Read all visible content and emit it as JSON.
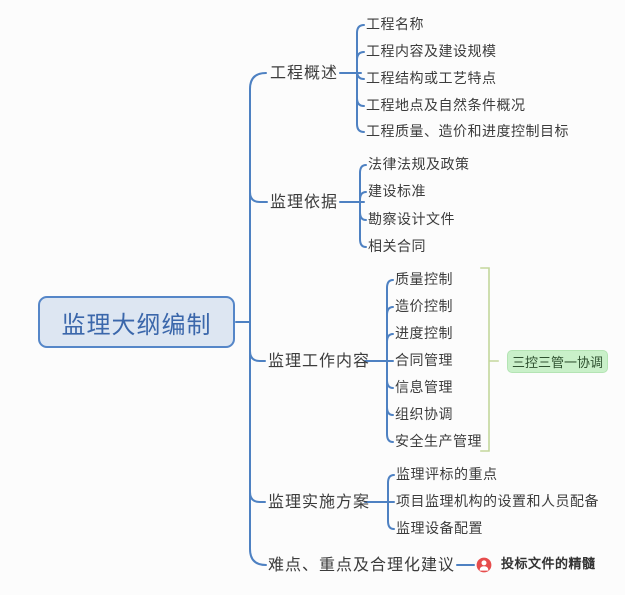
{
  "root": {
    "label": "监理大纲编制"
  },
  "branches": [
    {
      "label": "工程概述",
      "children": [
        "工程名称",
        "工程内容及建设规模",
        "工程结构或工艺特点",
        "工程地点及自然条件概况",
        "工程质量、造价和进度控制目标"
      ]
    },
    {
      "label": "监理依据",
      "children": [
        "法律法规及政策",
        "建设标准",
        "勘察设计文件",
        "相关合同"
      ]
    },
    {
      "label": "监理工作内容",
      "children": [
        "质量控制",
        "造价控制",
        "进度控制",
        "合同管理",
        "信息管理",
        "组织协调",
        "安全生产管理"
      ]
    },
    {
      "label": "监理实施方案",
      "children": [
        "监理评标的重点",
        "项目监理机构的设置和人员配备",
        "监理设备配置"
      ]
    },
    {
      "label": "难点、重点及合理化建议",
      "children": []
    }
  ],
  "group_callout": {
    "label": "三控三管一协调"
  },
  "annotation": {
    "icon": "person-icon",
    "label": "投标文件的精髓"
  },
  "colors": {
    "connector_blue": "#4e81c2",
    "root_border": "#5586c8",
    "root_fill": "#dde6f2",
    "root_text": "#3b67ab",
    "topic_text": "#3c3c3c",
    "bracket_green": "#c3d79c",
    "callout_fill": "#c9f0c9",
    "callout_text": "#2f5130",
    "marker_red": "#e64c4c"
  }
}
